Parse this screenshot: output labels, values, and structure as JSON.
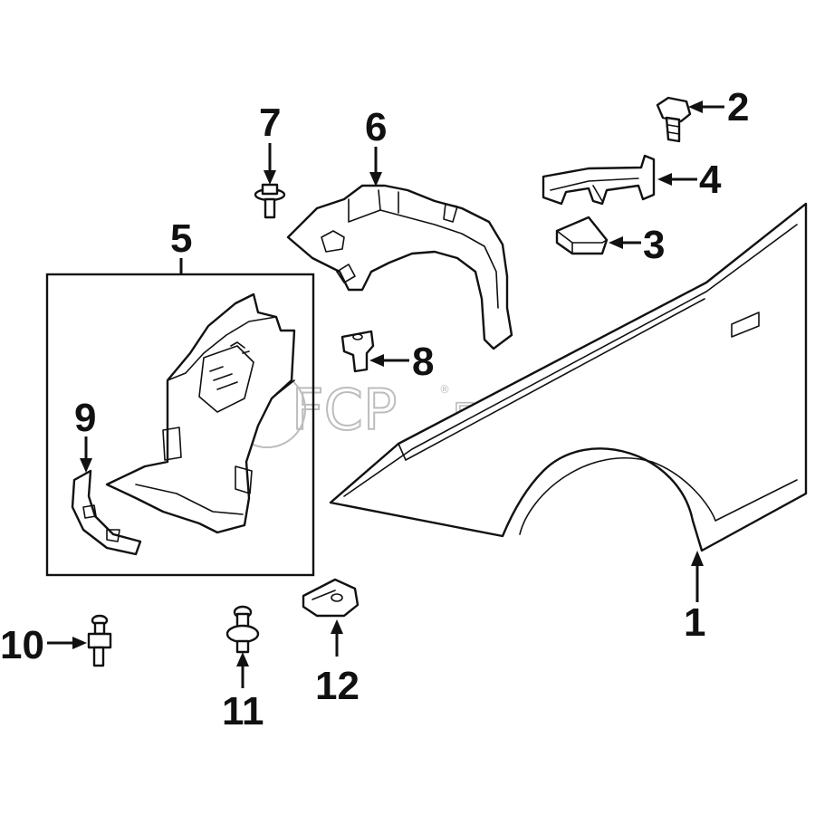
{
  "callouts": [
    {
      "id": "1",
      "label": "1"
    },
    {
      "id": "2",
      "label": "2"
    },
    {
      "id": "3",
      "label": "3"
    },
    {
      "id": "4",
      "label": "4"
    },
    {
      "id": "5",
      "label": "5"
    },
    {
      "id": "6",
      "label": "6"
    },
    {
      "id": "7",
      "label": "7"
    },
    {
      "id": "8",
      "label": "8"
    },
    {
      "id": "9",
      "label": "9"
    },
    {
      "id": "10",
      "label": "10"
    },
    {
      "id": "11",
      "label": "11"
    },
    {
      "id": "12",
      "label": "12"
    }
  ],
  "watermark": {
    "brand": "FCP",
    "suffix": "EURO",
    "mark": "®",
    "color": "#bdbdbd"
  }
}
